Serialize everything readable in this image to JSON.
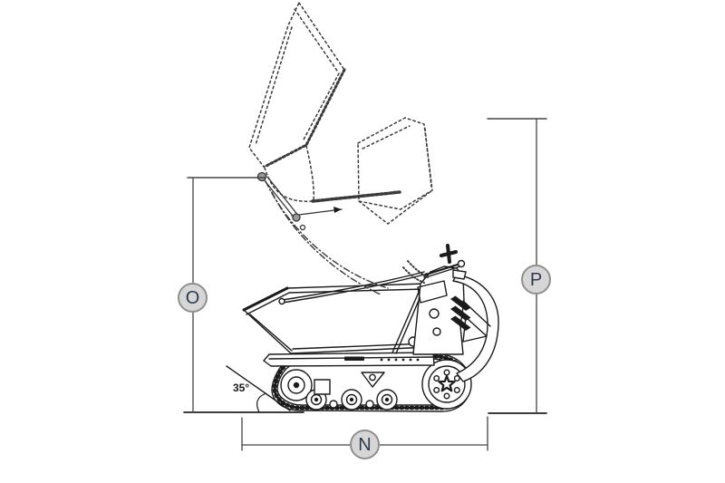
{
  "diagram": {
    "background": "#ffffff",
    "ink_color": "#1b1b1b",
    "dashed_color": "#3a3a3a",
    "dimension_line_color": "#444444",
    "subject": "tracked-mini-dumper-side-view"
  },
  "badges": {
    "fill": "#d6d6d6",
    "border": "#8f8f8f",
    "text_color": "#2e3a4e",
    "o": {
      "label": "O"
    },
    "p": {
      "label": "P"
    },
    "n": {
      "label": "N"
    }
  },
  "annotations": {
    "tip_angle": "35°"
  }
}
